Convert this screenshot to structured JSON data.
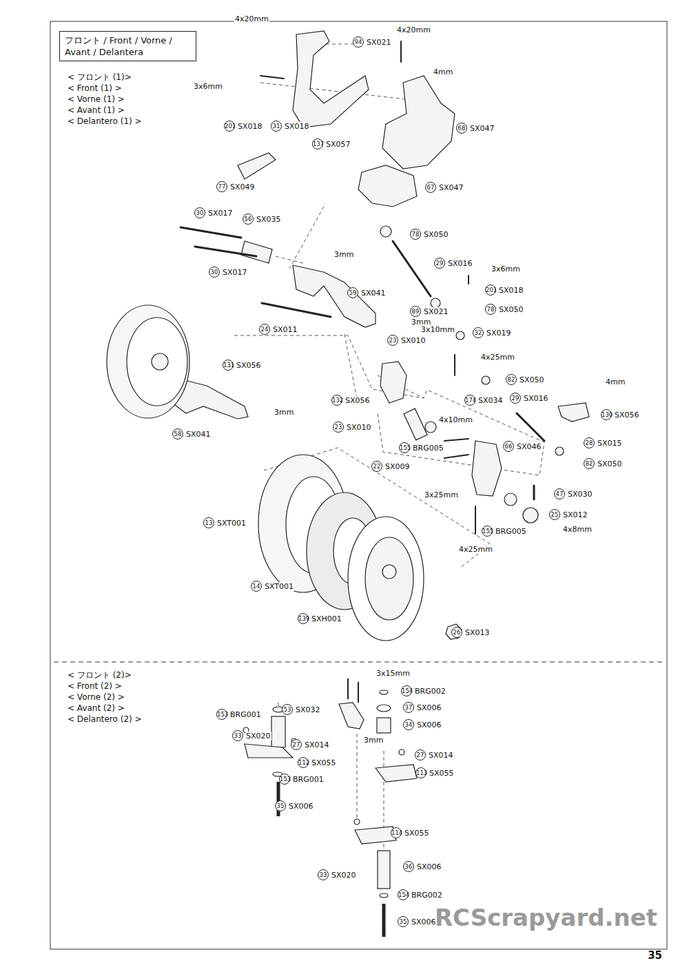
{
  "diagram": {
    "nodes": [
      {
        "text": [
          "フロント / Front / Vorne / Avant / Delantera"
        ]
      }
    ],
    "labels": [
      "< フロント (1)>",
      "< Front (1) >",
      "< Vorne (1) >",
      "< Avant (1) >",
      "< Delantero (1) >",
      "4x20mm",
      "94",
      "SX021",
      "4x20mm",
      "4mm",
      "3x6mm",
      "68",
      "SX047",
      "201",
      "SX018",
      "31",
      "SX018",
      "137",
      "SX057",
      "67",
      "SX047",
      "77",
      "SX049",
      "30",
      "SX017",
      "56",
      "SX035",
      "78",
      "SX050",
      "3mm",
      "29",
      "SX016",
      "3x6mm",
      "30",
      "SX017",
      "201",
      "SX018",
      "59",
      "SX041",
      "89",
      "SX021",
      "78",
      "SX050",
      "3mm",
      "24",
      "SX011",
      "3x10mm",
      "32",
      "SX019",
      "23",
      "SX010",
      "4x25mm",
      "131",
      "SX056",
      "82",
      "SX050",
      "4mm",
      "29",
      "SX016",
      "132",
      "SX056",
      "174",
      "SX034",
      "3mm",
      "130",
      "SX056",
      "4x10mm",
      "23",
      "SX010",
      "58",
      "SX041",
      "28",
      "SX015",
      "66",
      "SX046",
      "155",
      "BRG005",
      "82",
      "SX050",
      "22",
      "SX009",
      "47",
      "SX030",
      "3x25mm",
      "25",
      "SX012",
      "13",
      "SXT001",
      "4x8mm",
      "155",
      "BRG005",
      "4x25mm",
      "14",
      "SXT001",
      "139",
      "SXH001",
      "26",
      "SX013",
      "< フロント (2)>",
      "< Front (2) >",
      "< Vorne (2) >",
      "< Avant (2) >",
      "< Delantero (2) >",
      "3x15mm",
      "154",
      "BRG002",
      "37",
      "SX006",
      "53",
      "SX032",
      "153",
      "BRG001",
      "34",
      "SX006",
      "33",
      "SX020",
      "3mm",
      "27",
      "SX014",
      "27",
      "SX014",
      "112",
      "SX055",
      "113",
      "SX055",
      "153",
      "BRG001",
      "35",
      "SX006",
      "114",
      "SX055",
      "36",
      "SX006",
      "33",
      "SX020",
      "154",
      "BRG002",
      "35",
      "SX006",
      "RCScrapyard.net",
      "35"
    ]
  }
}
